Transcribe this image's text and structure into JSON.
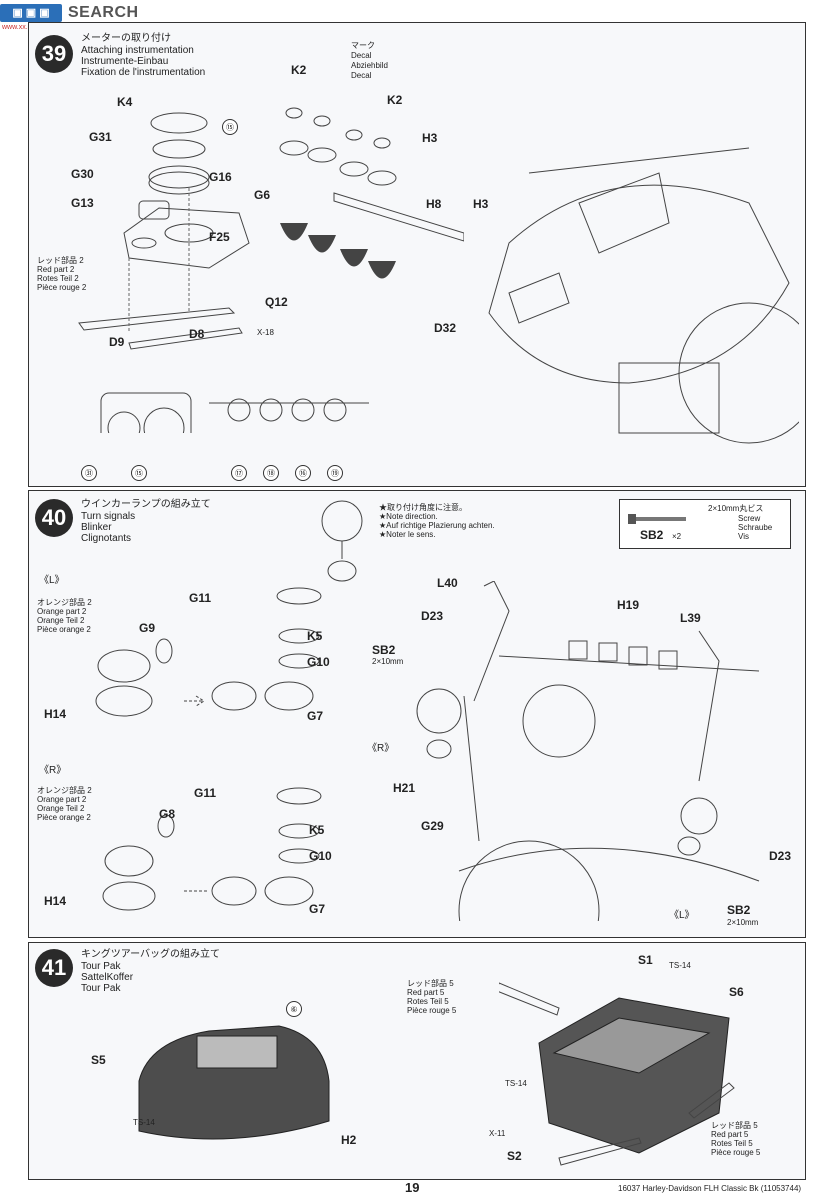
{
  "header": {
    "logo_text": "SEARCH",
    "site_url": "www.xx.chana.com"
  },
  "step39": {
    "number": "39",
    "title_jp": "メーターの取り付け",
    "title_en": "Attaching instrumentation",
    "title_de": "Instrumente-Einbau",
    "title_fr": "Fixation de l'instrumentation",
    "parts": [
      "K4",
      "G31",
      "G30",
      "G13",
      "G16",
      "F25",
      "D9",
      "D8",
      "K2",
      "K2",
      "G6",
      "H3",
      "H3",
      "H8",
      "Q12",
      "D32"
    ],
    "decal_jp": "マーク",
    "decal_en": "Decal",
    "decal_de": "Abziehbild",
    "decal_fr2": "Decal",
    "red_part_jp": "レッド部品 2",
    "red_part_en": "Red part 2",
    "red_part_de": "Rotes Teil 2",
    "red_part_fr": "Pièce rouge 2",
    "x18": "X-18",
    "decals_meter": [
      "⑮",
      "㉛",
      "⑮"
    ],
    "decals_gauges": [
      "⑰",
      "⑱",
      "⑯",
      "⑲"
    ]
  },
  "step40": {
    "number": "40",
    "title_jp": "ウインカーランプの組み立て",
    "title_en": "Turn signals",
    "title_de": "Blinker",
    "title_fr": "Clignotants",
    "note_jp": "★取り付け角度に注意。",
    "note_en": "★Note direction.",
    "note_de": "★Auf richtige Plazierung achten.",
    "note_fr": "★Noter le sens.",
    "screw_size": "2×10mm丸ビス",
    "screw_en": "Screw",
    "screw_de": "Schraube",
    "screw_fr": "Vis",
    "screw_part": "SB2",
    "screw_qty": "×2",
    "left_mark": "《L》",
    "right_mark": "《R》",
    "orange_jp": "オレンジ部品 2",
    "orange_en": "Orange part 2",
    "orange_de": "Orange Teil 2",
    "orange_fr": "Pièce orange 2",
    "labels": {
      "g11a": "G11",
      "k5a": "K5",
      "g10a": "G10",
      "g7a": "G7",
      "g9": "G9",
      "h14a": "H14",
      "g11b": "G11",
      "k5b": "K5",
      "g10b": "G10",
      "g7b": "G7",
      "g8": "G8",
      "h14b": "H14",
      "l40": "L40",
      "d23a": "D23",
      "sb2a": "SB2",
      "sb2a_size": "2×10mm",
      "h19": "H19",
      "l39": "L39",
      "r_mark": "《R》",
      "h21": "H21",
      "g29": "G29",
      "d23b": "D23",
      "l_mark": "《L》",
      "sb2b": "SB2",
      "sb2b_size": "2×10mm"
    }
  },
  "step41": {
    "number": "41",
    "title_jp": "キングツアーバッグの組み立て",
    "title_en": "Tour Pak",
    "title_de": "SattelKoffer",
    "title_fr": "Tour Pak",
    "red5_jp": "レッド部品 5",
    "red5_en": "Red part 5",
    "red5_de": "Rotes Teil 5",
    "red5_fr": "Pièce rouge 5",
    "labels": {
      "s1": "S1",
      "ts14a": "TS-14",
      "s6": "S6",
      "s5": "S5",
      "ts14b": "TS-14",
      "h2": "H2",
      "ts14c": "TS-14",
      "x11": "X-11",
      "s2": "S2"
    },
    "decal6": "⑥"
  },
  "footer": {
    "page_number": "19",
    "product": "16037 Harley-Davidson FLH Classic Bk (11053744)"
  }
}
